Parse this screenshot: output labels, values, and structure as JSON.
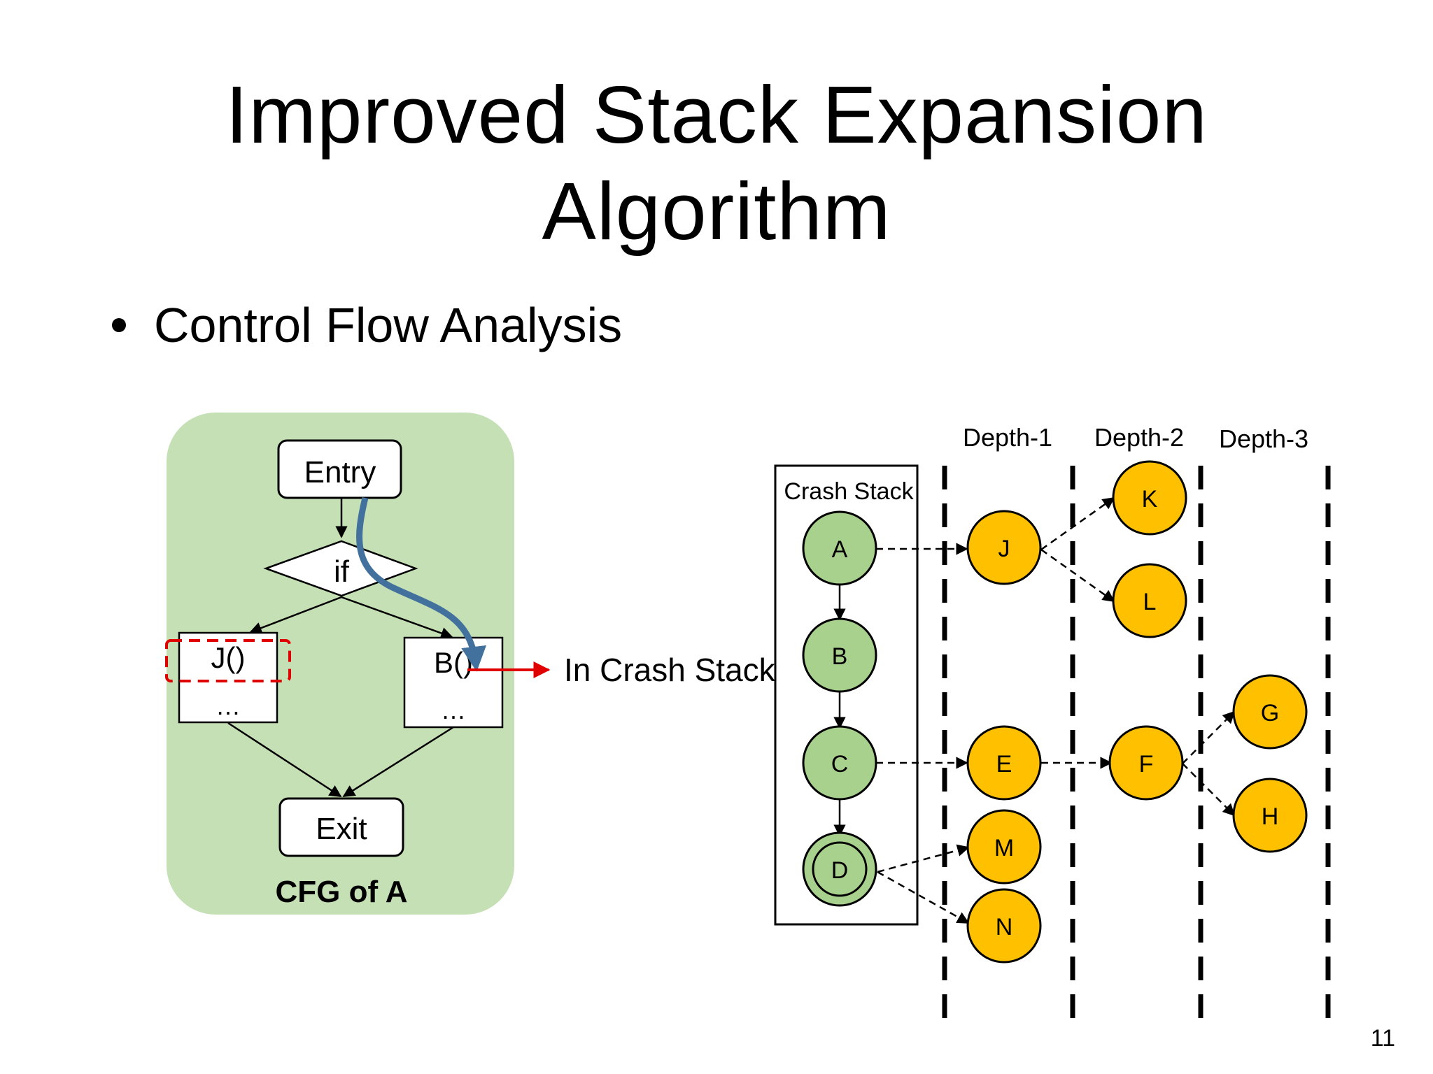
{
  "slide": {
    "title_line1": "Improved Stack Expansion",
    "title_line2": "Algorithm",
    "bullet": "Control Flow Analysis",
    "page_number": "11"
  },
  "cfg": {
    "caption": "CFG of A",
    "entry": "Entry",
    "if": "if",
    "j_call": "J()",
    "j_ellipsis": "…",
    "b_call": "B()",
    "b_ellipsis": "…",
    "exit": "Exit",
    "in_crash_stack": "In Crash Stack",
    "colors": {
      "background": "#c5e0b4",
      "path_arrow": "#41719c",
      "highlight": "#e00000"
    }
  },
  "expansion": {
    "crash_stack_label": "Crash Stack",
    "depth_labels": [
      "Depth-1",
      "Depth-2",
      "Depth-3"
    ],
    "stack_nodes": [
      "A",
      "B",
      "C",
      "D"
    ],
    "depth1_nodes": [
      "J",
      "E",
      "M",
      "N"
    ],
    "depth2_nodes": [
      "K",
      "L",
      "F"
    ],
    "depth3_nodes": [
      "G",
      "H"
    ],
    "colors": {
      "stack_node": "#a9d18e",
      "expanded_node": "#ffc000",
      "outline": "#000000"
    }
  }
}
